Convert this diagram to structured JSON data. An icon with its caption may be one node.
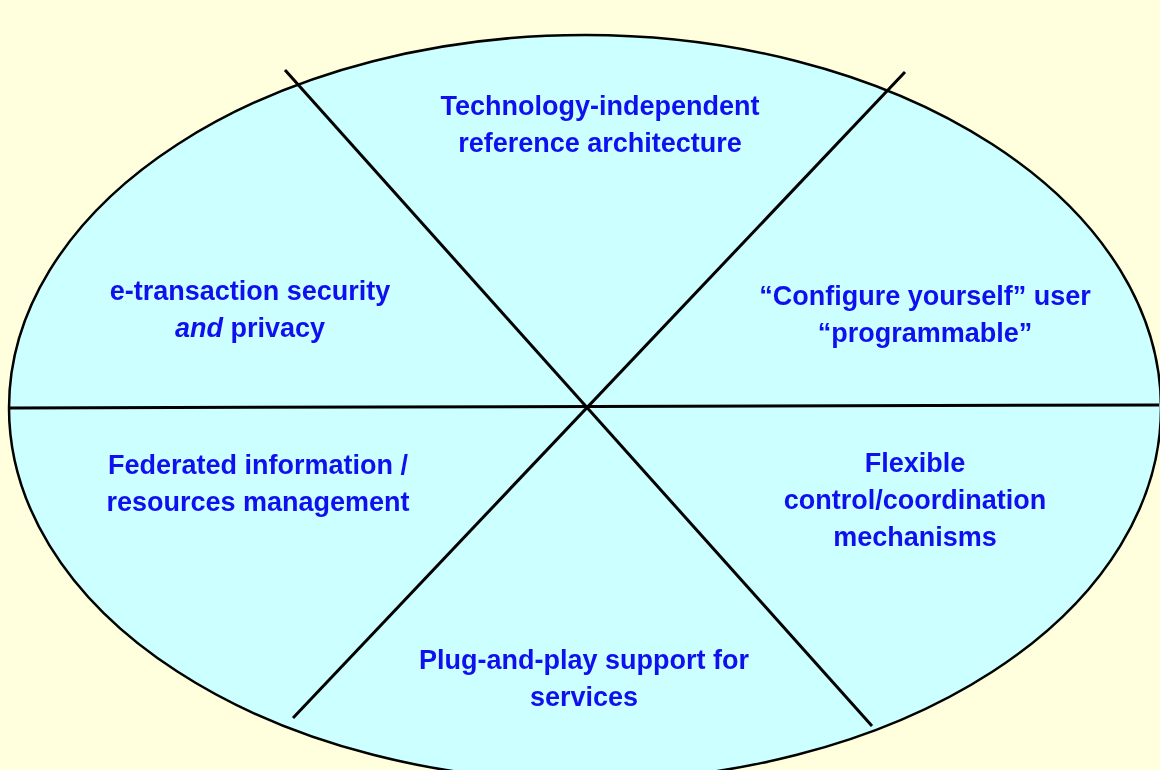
{
  "diagram": {
    "nodes": [
      {
        "text": [
          "Technology-independent reference architecture"
        ]
      },
      {
        "text": [
          "e-transaction security *and* privacy"
        ]
      },
      {
        "text": [
          "“Configure yourself” user “programmable”"
        ]
      },
      {
        "text": [
          "Federated information / resources management"
        ]
      },
      {
        "text": [
          "Flexible control/coordination mechanisms"
        ]
      },
      {
        "text": [
          "Plug-and-play support for services"
        ]
      }
    ],
    "edges": []
  }
}
